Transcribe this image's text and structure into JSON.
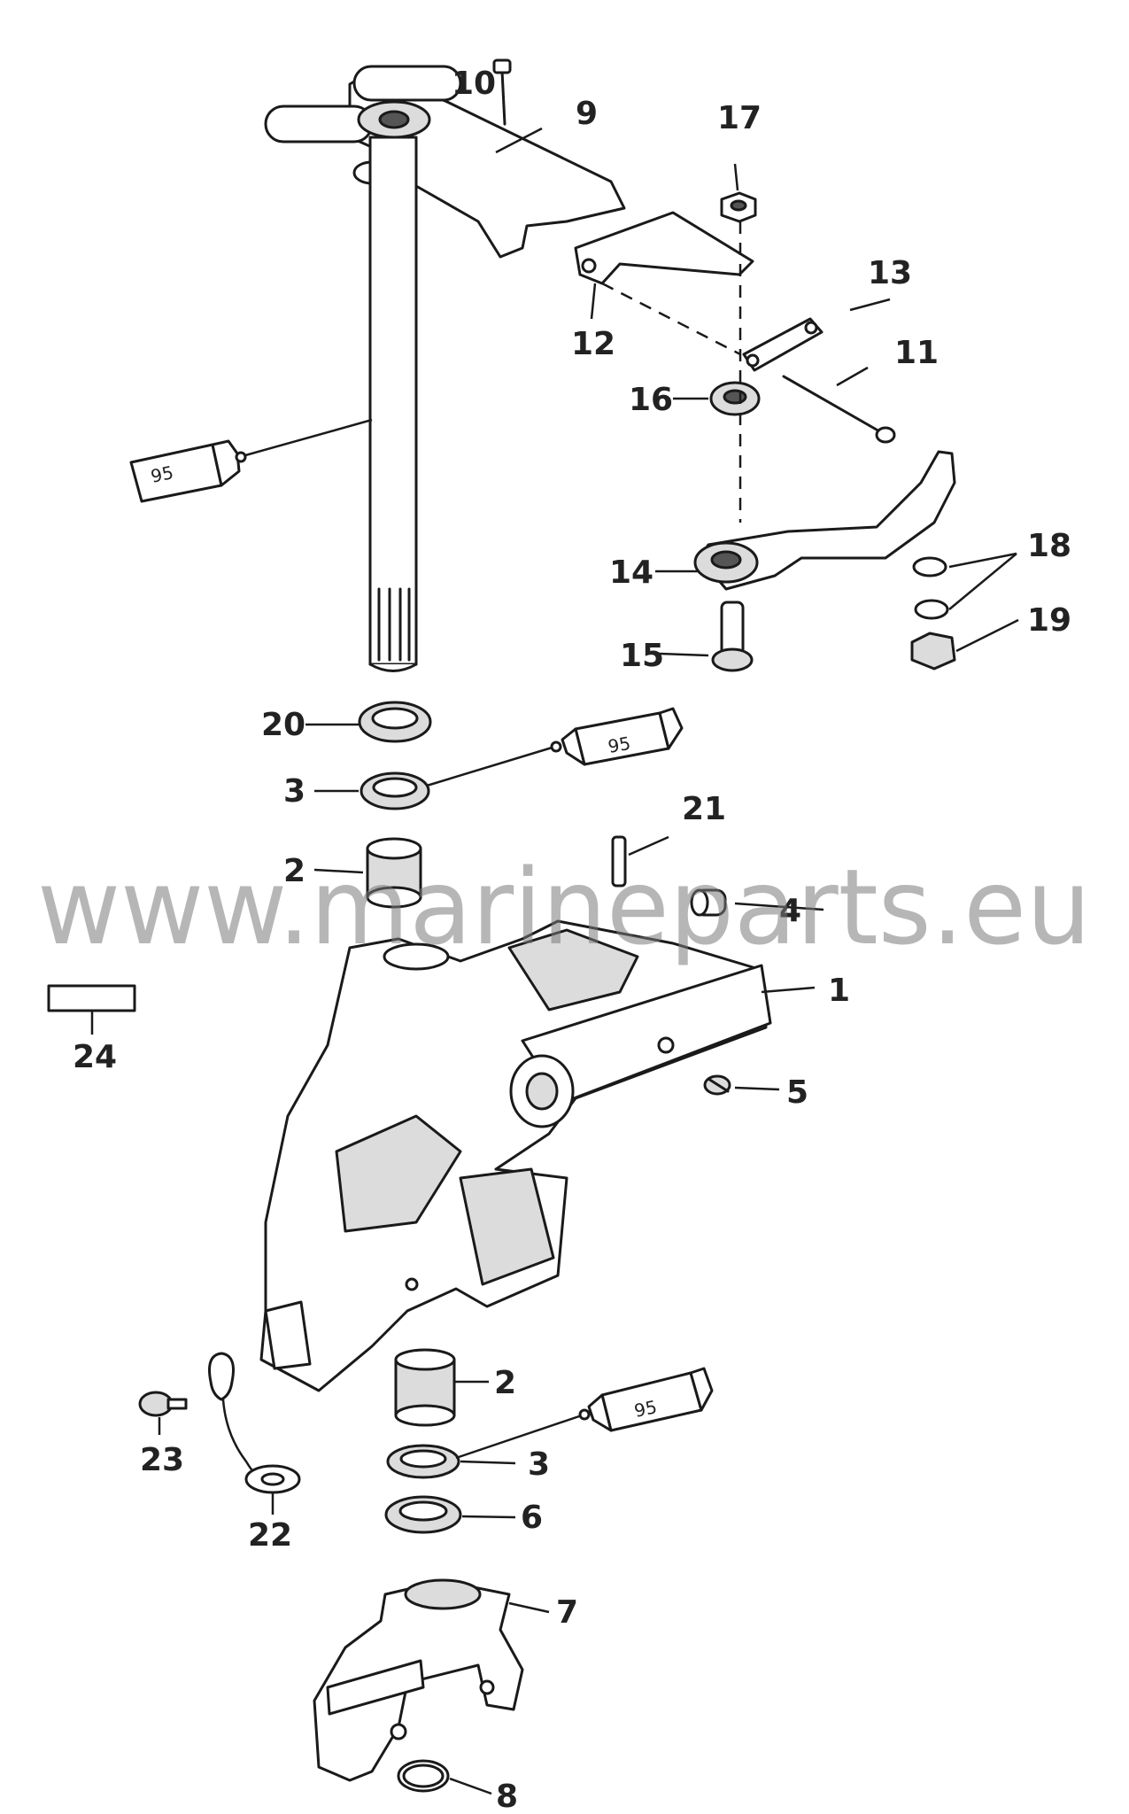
{
  "watermark": "www.marineparts.eu",
  "callouts": [
    "1",
    "2",
    "2",
    "3",
    "3",
    "4",
    "5",
    "6",
    "7",
    "8",
    "9",
    "10",
    "11",
    "12",
    "13",
    "14",
    "15",
    "16",
    "17",
    "18",
    "19",
    "20",
    "21",
    "22",
    "23",
    "24"
  ],
  "lubricant_tubes": [
    "95",
    "95",
    "95"
  ],
  "colors": {
    "line": "#1a1a1a",
    "watermark": "#7a7a7a",
    "background": "#ffffff"
  }
}
